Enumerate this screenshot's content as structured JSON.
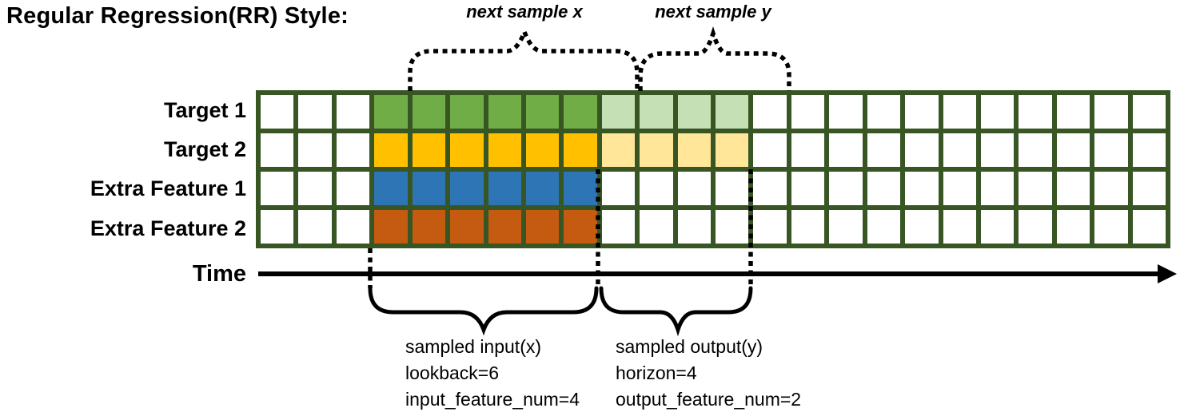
{
  "title": "Regular Regression(RR) Style:",
  "annotations": {
    "next_sample_x": "next sample x",
    "next_sample_y": "next sample y",
    "time_label": "Time",
    "input_block": {
      "lines": [
        "sampled input(x)",
        "lookback=6",
        "input_feature_num=4"
      ]
    },
    "output_block": {
      "lines": [
        "sampled output(y)",
        "horizon=4",
        "output_feature_num=2"
      ]
    }
  },
  "colors": {
    "grid_border": "#375623",
    "target1_fill": "#70AD47",
    "target1_light": "#C5E0B4",
    "target2_fill": "#FFC000",
    "target2_light": "#FFE699",
    "extra1_fill": "#2E75B6",
    "extra2_fill": "#C55A11",
    "empty_fill": "#FFFFFF",
    "line_color": "#000000"
  },
  "grid": {
    "columns": 24,
    "row_count": 4,
    "lookback": 6,
    "horizon": 4,
    "input_feature_num": 4,
    "output_feature_num": 2,
    "rows": [
      {
        "label": "Target 1",
        "segments": [
          {
            "count": 3,
            "color": "#FFFFFF"
          },
          {
            "count": 6,
            "color": "#70AD47"
          },
          {
            "count": 4,
            "color": "#C5E0B4"
          },
          {
            "count": 11,
            "color": "#FFFFFF"
          }
        ]
      },
      {
        "label": "Target 2",
        "segments": [
          {
            "count": 3,
            "color": "#FFFFFF"
          },
          {
            "count": 6,
            "color": "#FFC000"
          },
          {
            "count": 4,
            "color": "#FFE699"
          },
          {
            "count": 11,
            "color": "#FFFFFF"
          }
        ]
      },
      {
        "label": "Extra Feature 1",
        "segments": [
          {
            "count": 3,
            "color": "#FFFFFF"
          },
          {
            "count": 6,
            "color": "#2E75B6"
          },
          {
            "count": 15,
            "color": "#FFFFFF"
          }
        ]
      },
      {
        "label": "Extra Feature 2",
        "segments": [
          {
            "count": 3,
            "color": "#FFFFFF"
          },
          {
            "count": 6,
            "color": "#C55A11"
          },
          {
            "count": 15,
            "color": "#FFFFFF"
          }
        ]
      }
    ]
  }
}
